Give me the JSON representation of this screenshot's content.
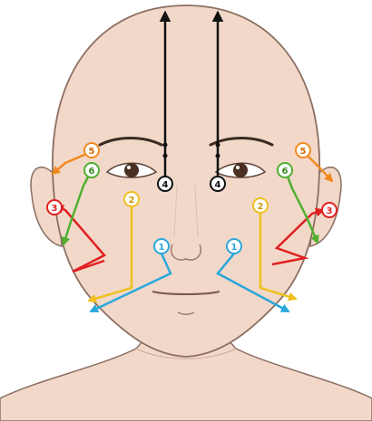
{
  "colors": {
    "background": "#ffffff",
    "skin": "#f2d8c9",
    "skin_outline": "#8a6f62",
    "brow": "#3a2a22",
    "eye_iris": "#4a3022",
    "route_1": "#2aa8dc",
    "route_2": "#f0c020",
    "route_3": "#e02020",
    "route_4": "#111111",
    "route_5": "#f08a20",
    "route_6": "#50b030"
  },
  "markers": {
    "left_1": "1",
    "right_1": "1",
    "left_2": "2",
    "right_2": "2",
    "left_3": "3",
    "right_3": "3",
    "left_4": "4",
    "right_4": "4",
    "left_5": "5",
    "right_5": "5",
    "left_6": "6",
    "right_6": "6"
  }
}
